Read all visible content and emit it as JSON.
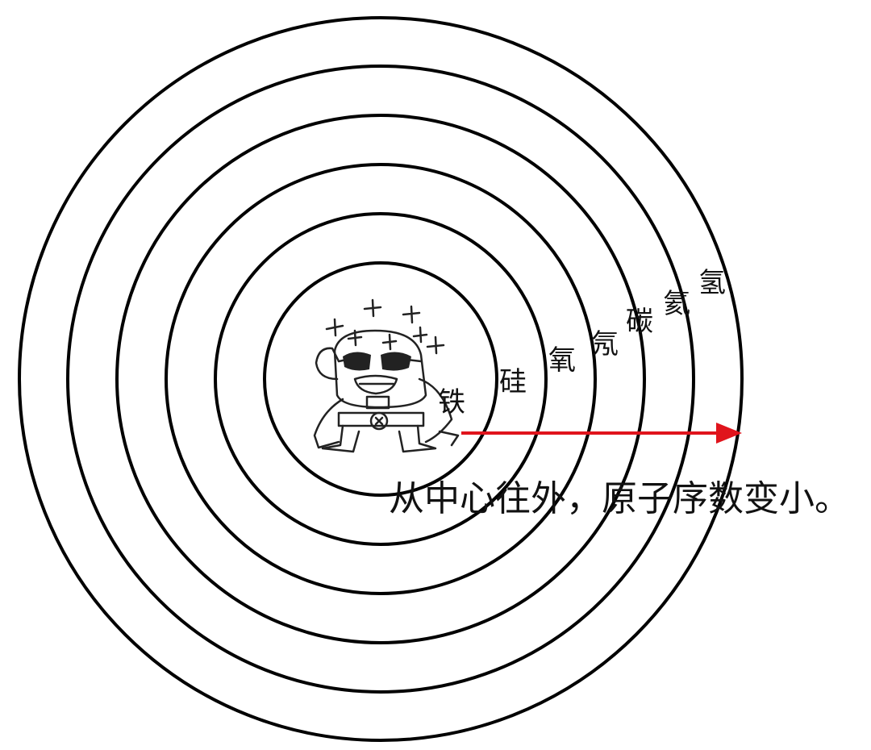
{
  "diagram": {
    "elements": [
      "铁",
      "硅",
      "氧",
      "氖",
      "碳",
      "氦",
      "氢"
    ],
    "caption": "从中心往外，原子序数变小。",
    "colors": {
      "rings": "#000000",
      "arrow": "#e0141c",
      "text": "#111111"
    },
    "center_figure_icon": "iron-cartoon-character-icon",
    "arrow_icon": "red-arrow-icon"
  }
}
